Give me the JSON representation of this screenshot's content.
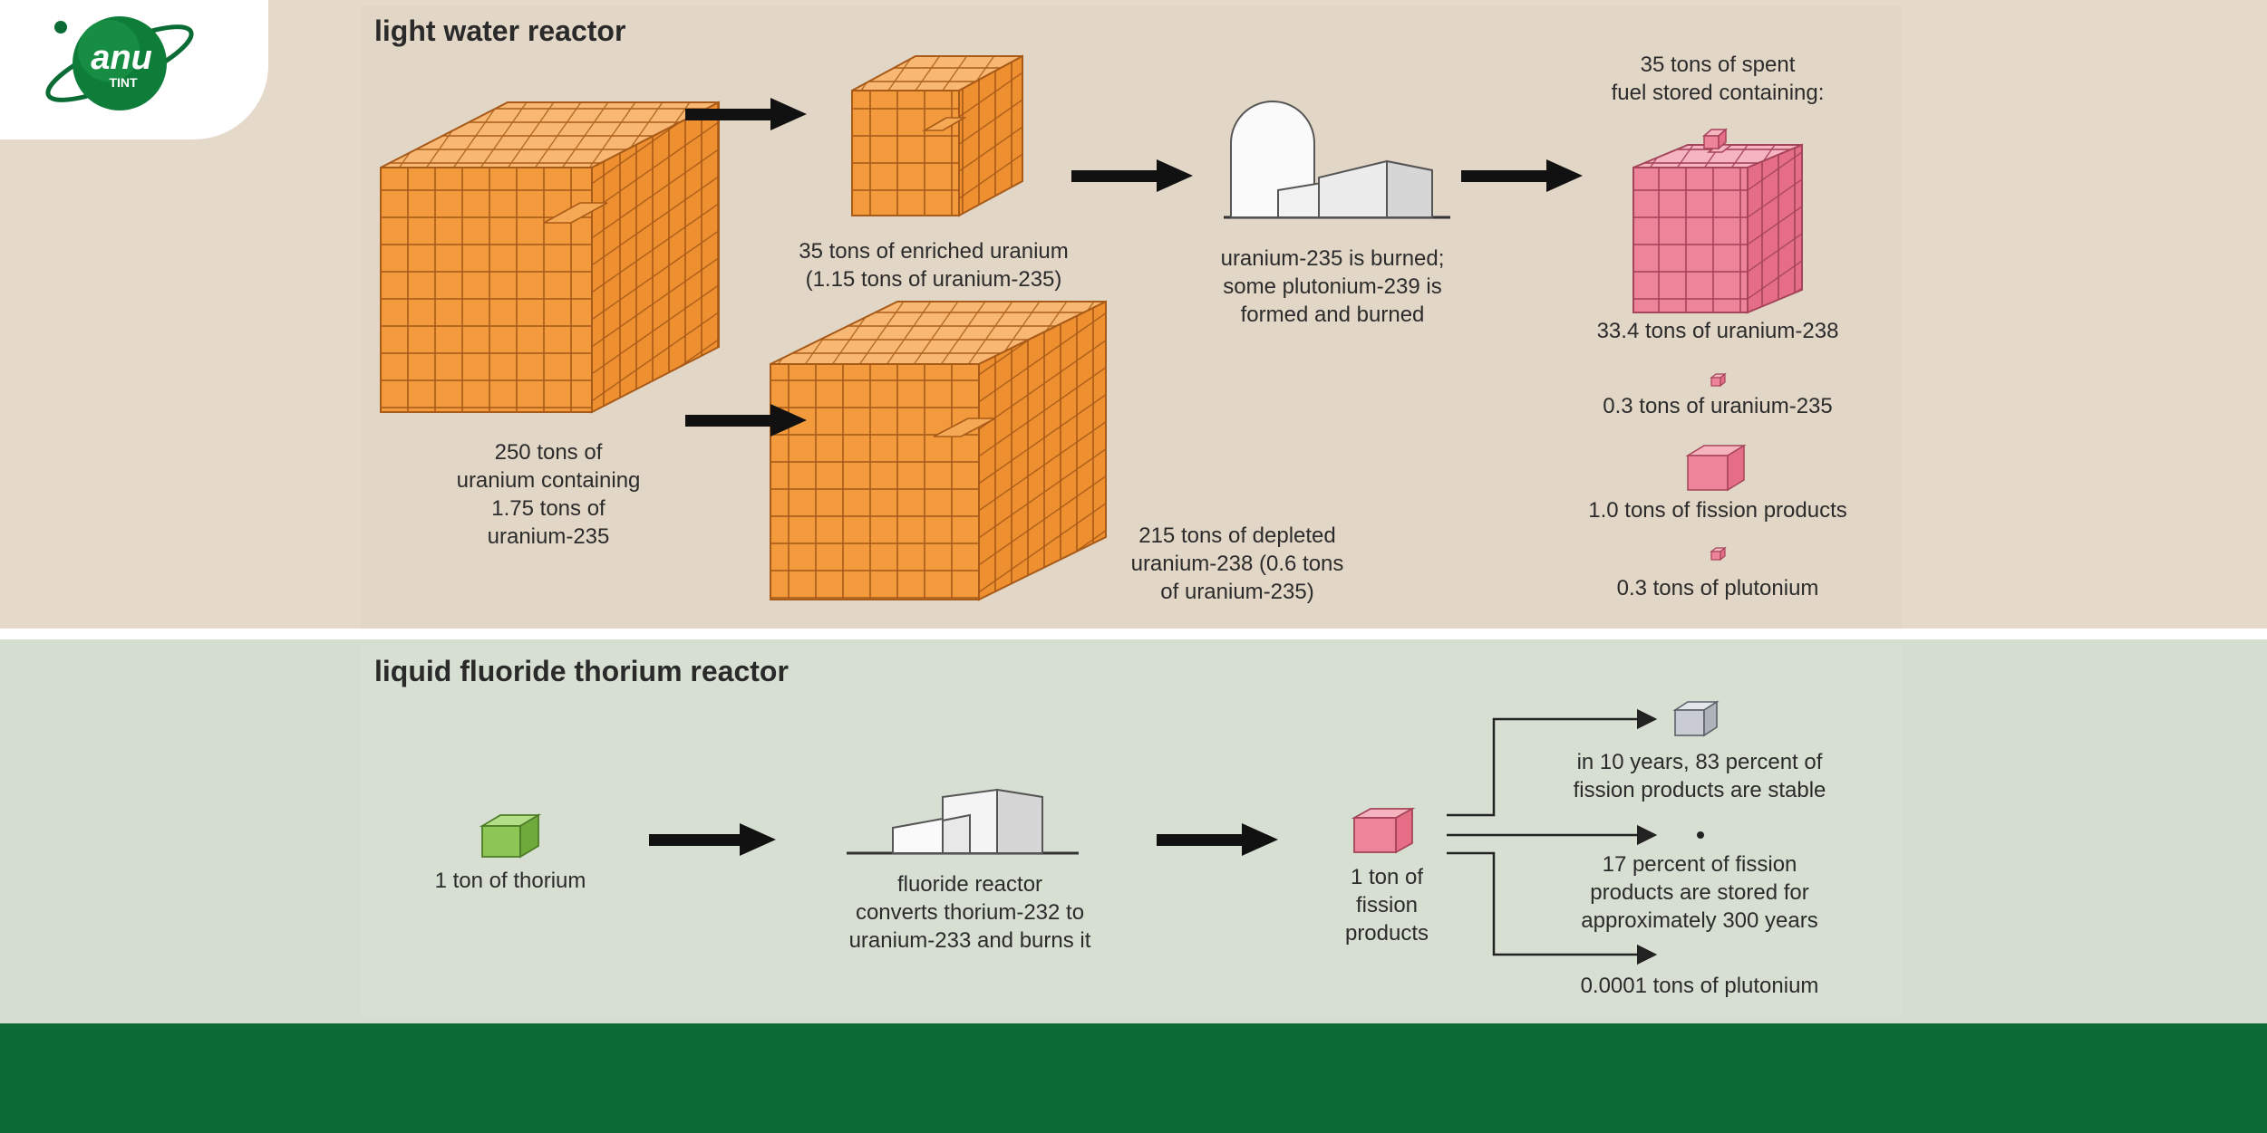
{
  "logo": {
    "text_main": "anu",
    "text_sub": "TINT",
    "color": "#0b6b34"
  },
  "light_water_reactor": {
    "heading": "light water reactor",
    "input_label": [
      "250 tons of",
      "uranium containing",
      "1.75 tons of",
      "uranium-235"
    ],
    "enriched_label": [
      "35 tons of enriched uranium",
      "(1.15 tons of uranium-235)"
    ],
    "depleted_label": [
      "215 tons of depleted",
      "uranium-238 (0.6 tons",
      "of uranium-235)"
    ],
    "reactor_label": [
      "uranium-235 is burned;",
      "some plutonium-239 is",
      "formed and burned"
    ],
    "spent_fuel_title": [
      "35 tons of spent",
      "fuel stored containing:"
    ],
    "spent_fuel_items": [
      "33.4 tons of uranium-238",
      "0.3 tons of uranium-235",
      "1.0 tons of fission products",
      "0.3 tons of plutonium"
    ]
  },
  "liquid_fluoride_thorium_reactor": {
    "heading": "liquid fluoride thorium reactor",
    "input_label": "1 ton of thorium",
    "reactor_label": [
      "fluoride reactor",
      "converts thorium-232 to",
      "uranium-233 and burns it"
    ],
    "output_label": [
      "1 ton of",
      "fission",
      "products"
    ],
    "outcomes": [
      [
        "in 10 years, 83 percent of",
        "fission products are stable"
      ],
      [
        "17 percent of fission",
        "products are stored for",
        "approximately 300 years"
      ],
      [
        "0.0001 tons of plutonium"
      ]
    ]
  },
  "colors": {
    "uranium": "#f4a14a",
    "spent_fuel": "#ec7f93",
    "thorium": "#8cc655",
    "stable": "#c9cdd3",
    "footer": "#0b6b34",
    "lwr_background": "#e2d6c6",
    "lft_background": "#d4ddcf"
  }
}
